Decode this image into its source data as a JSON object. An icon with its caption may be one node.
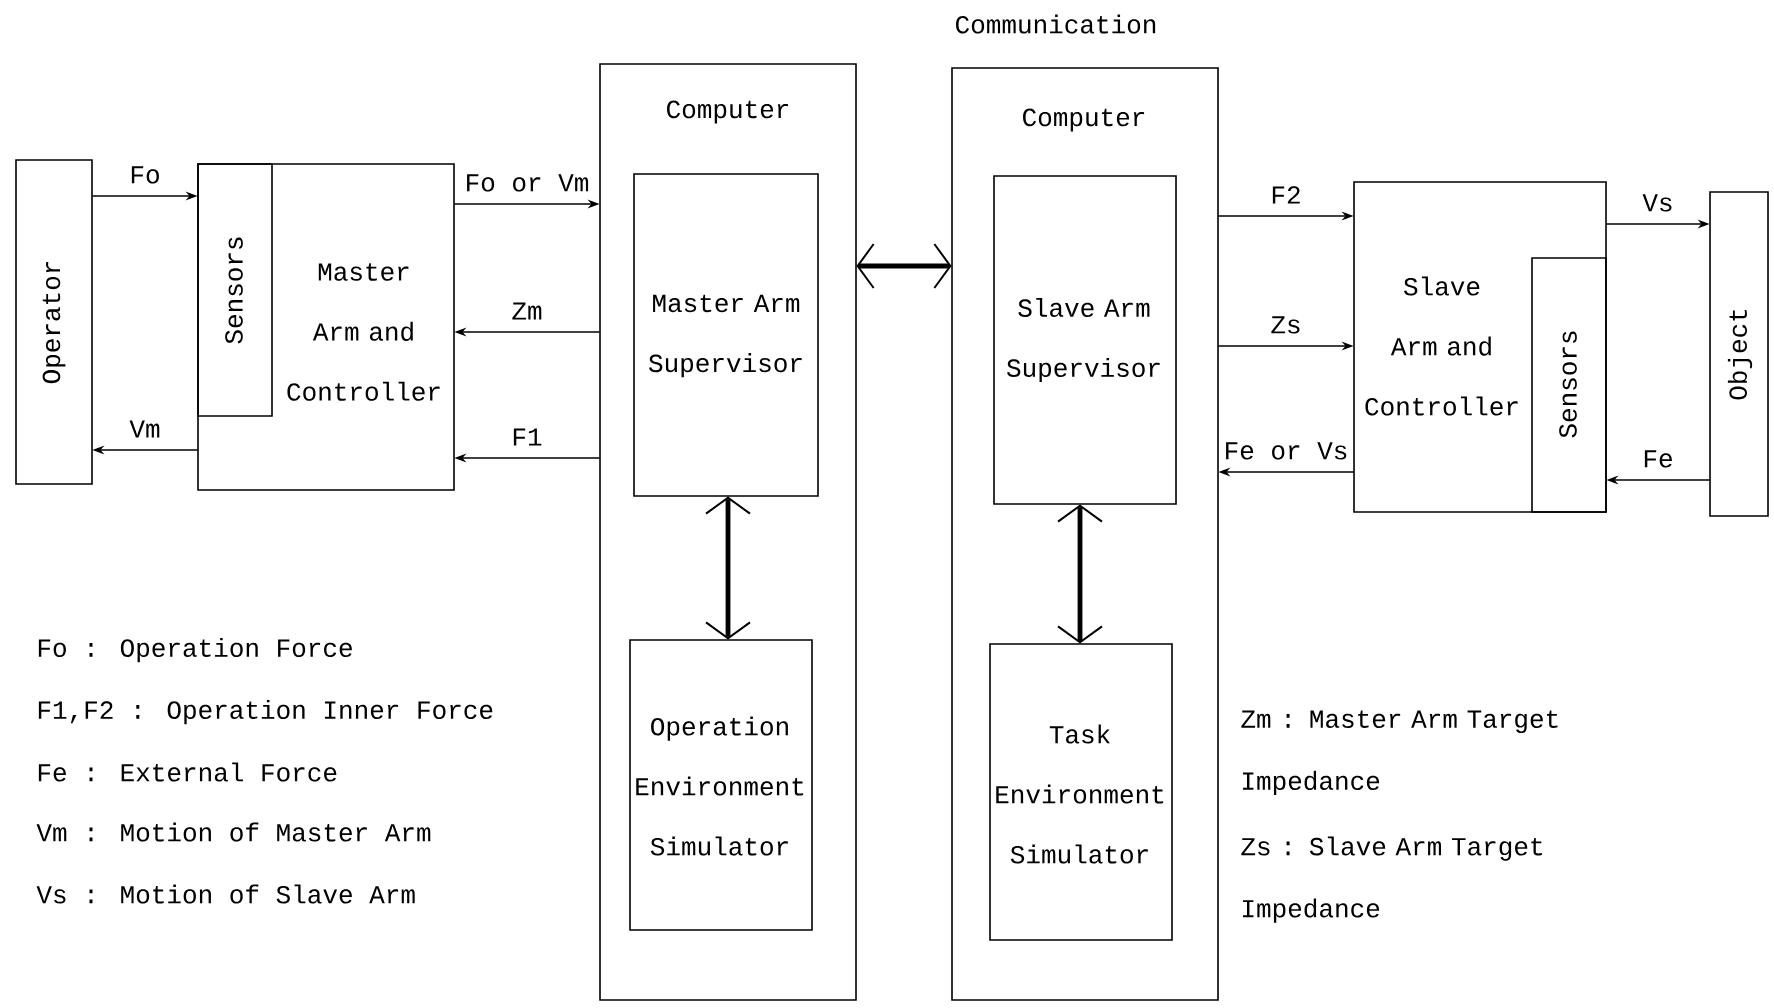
{
  "diagram": {
    "nodes": [
      {
        "text": [
          "Operator"
        ]
      },
      {
        "text": [
          "Master Arm and Controller"
        ]
      },
      {
        "text": [
          "Sensors"
        ],
        "in": 1
      },
      {
        "text": [
          "Computer"
        ]
      },
      {
        "text": [
          "Master Arm Supervisor"
        ],
        "in": 3
      },
      {
        "text": [
          "Operation Environment Simulator"
        ],
        "in": 3
      },
      {
        "text": [
          "Computer"
        ]
      },
      {
        "text": [
          "Slave Arm Supervisor"
        ],
        "in": 6
      },
      {
        "text": [
          "Task Environment Simulator"
        ],
        "in": 6
      },
      {
        "text": [
          "Slave Arm and Controller"
        ]
      },
      {
        "text": [
          "Sensors"
        ],
        "in": 9
      },
      {
        "text": [
          "Object"
        ]
      }
    ],
    "edges": [
      {
        "from": 0,
        "to": 2,
        "arrow": "to",
        "label": "Fo"
      },
      {
        "from": 1,
        "to": 0,
        "arrow": "to",
        "label": "Vm"
      },
      {
        "from": 1,
        "to": 3,
        "arrow": "to",
        "label": "Fo or Vm"
      },
      {
        "from": 3,
        "to": 1,
        "arrow": "to",
        "label": "Zm"
      },
      {
        "from": 3,
        "to": 1,
        "arrow": "to",
        "label": "F1"
      },
      {
        "from": 3,
        "to": 6,
        "arrow": "both",
        "style": "thick"
      },
      {
        "from": 4,
        "to": 5,
        "arrow": "both",
        "style": "thick"
      },
      {
        "from": 7,
        "to": 8,
        "arrow": "both",
        "style": "thick"
      },
      {
        "from": 6,
        "to": 9,
        "arrow": "to",
        "label": "F2"
      },
      {
        "from": 6,
        "to": 9,
        "arrow": "to",
        "label": "Zs"
      },
      {
        "from": 9,
        "to": 6,
        "arrow": "to",
        "label": "Fe or Vs"
      },
      {
        "from": 9,
        "to": 11,
        "arrow": "to",
        "label": "Vs"
      },
      {
        "from": 11,
        "to": 10,
        "arrow": "to",
        "label": "Fe"
      }
    ],
    "labels": [
      "Communication",
      "Fo : Operation Force",
      "F1,F2 : Operation Inner Force",
      "Fe : External Force",
      "Vm : Motion of Master Arm",
      "Vs : Motion of Slave Arm",
      "Zm : Master Arm Target Impedance",
      "Zs : Slave Arm Target Impedance"
    ]
  }
}
